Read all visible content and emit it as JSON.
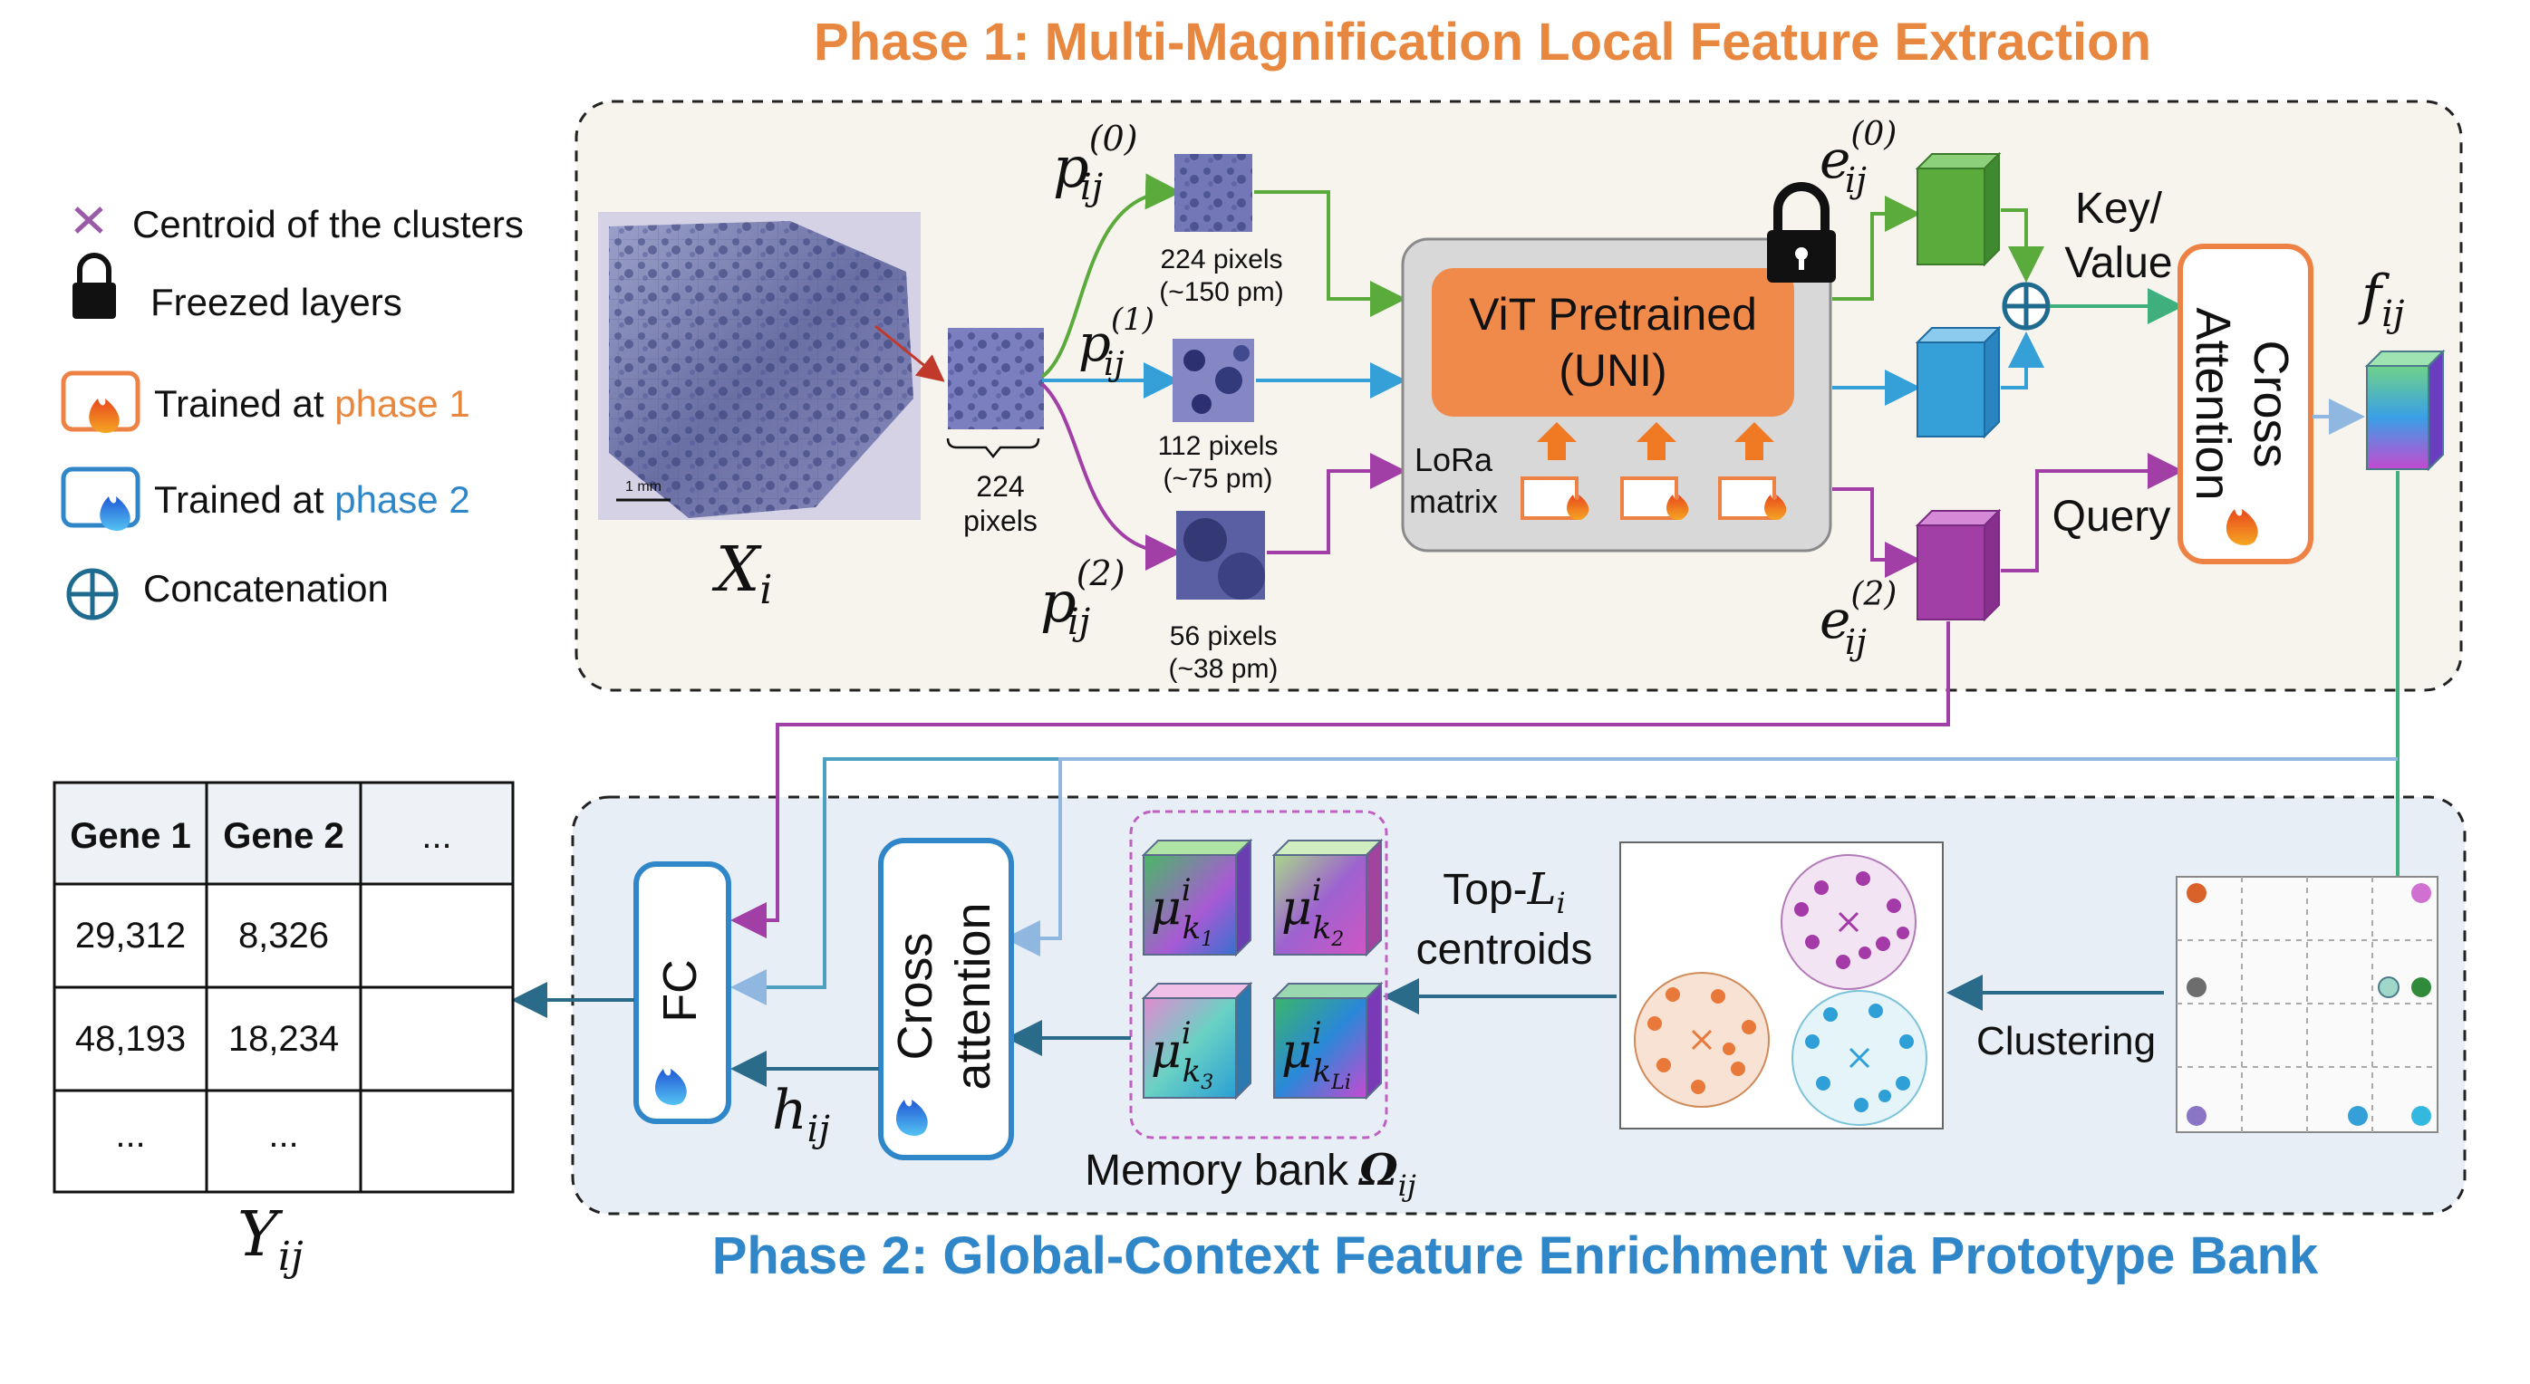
{
  "phase1": {
    "title": "Phase 1: Multi-Magnification Local Feature Extraction",
    "color": "#e8873f"
  },
  "phase2": {
    "title": "Phase 2: Global-Context Feature Enrichment via Prototype Bank",
    "color": "#2f86c8"
  },
  "legend": {
    "centroid": "Centroid of the clusters",
    "frozen": "Freezed layers",
    "trained1_prefix": "Trained at ",
    "trained1_phase": "phase 1",
    "trained2_prefix": "Trained at ",
    "trained2_phase": "phase 2",
    "concat": "Concatenation"
  },
  "wsi": {
    "symbol": "X",
    "sub": "i",
    "scale_label": "1 mm"
  },
  "crop": {
    "size_label": "224",
    "size_unit": "pixels"
  },
  "patches": [
    {
      "sym": "p",
      "sub": "ij",
      "sup": "(0)",
      "caption1": "224 pixels",
      "caption2": "(~150 pm)"
    },
    {
      "sym": "p",
      "sub": "ij",
      "sup": "(1)",
      "caption1": "112 pixels",
      "caption2": "(~75 pm)"
    },
    {
      "sym": "p",
      "sub": "ij",
      "sup": "(2)",
      "caption1": "56 pixels",
      "caption2": "(~38 pm)"
    }
  ],
  "vit": {
    "line1": "ViT Pretrained",
    "line2": "(UNI)",
    "lora1": "LoRa",
    "lora2": "matrix"
  },
  "embeddings": [
    {
      "sym": "e",
      "sub": "ij",
      "sup": "(0)"
    },
    {
      "sym": "e",
      "sub": "ij",
      "sup": "(2)"
    }
  ],
  "attention1": {
    "line1": "Cross",
    "line2": "Attention",
    "key_value1": "Key/",
    "key_value2": "Value",
    "query": "Query"
  },
  "f_ij": {
    "sym": "f",
    "sub": "ij"
  },
  "clustering": "Clustering",
  "topL": {
    "line1": "Top-",
    "sym": "L",
    "sub": "i",
    "line2": "centroids"
  },
  "memory_bank": {
    "label": "Memory bank",
    "sym": "Ω",
    "sub": "ij",
    "cubes": [
      {
        "sym": "μ",
        "sup": "i",
        "sub": "k",
        "subsub": "1"
      },
      {
        "sym": "μ",
        "sup": "i",
        "sub": "k",
        "subsub": "2"
      },
      {
        "sym": "μ",
        "sup": "i",
        "sub": "k",
        "subsub": "3"
      },
      {
        "sym": "μ",
        "sup": "i",
        "sub": "k",
        "subsub": "Li"
      }
    ]
  },
  "attention2": {
    "line1": "Cross",
    "line2": "attention"
  },
  "h_ij": {
    "sym": "h",
    "sub": "ij"
  },
  "fc": "FC",
  "table": {
    "headers": [
      "Gene 1",
      "Gene 2",
      "..."
    ],
    "rows": [
      [
        "29,312",
        "8,326",
        ""
      ],
      [
        "48,193",
        "18,234",
        ""
      ],
      [
        "...",
        "...",
        ""
      ]
    ]
  },
  "y_ij": {
    "sym": "Y",
    "sub": "ij"
  },
  "colors": {
    "green": "#5aaa3c",
    "blue": "#35a0d8",
    "purple": "#a13fa6",
    "teal": "#2a6b8a",
    "orange": "#f08a4b"
  }
}
